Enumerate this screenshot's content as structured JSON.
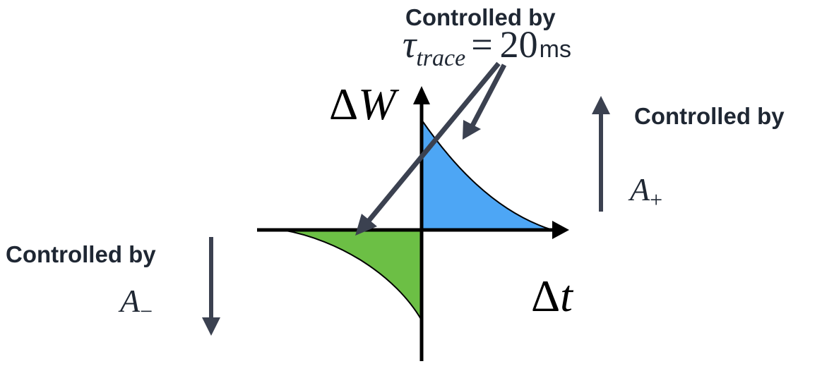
{
  "labels": {
    "top_controlled": "Controlled by",
    "right_controlled": "Controlled by",
    "left_controlled": "Controlled by"
  },
  "tau": {
    "symbol": "τ",
    "subscript": "trace",
    "equals": "=",
    "value": "20",
    "unit": "ms"
  },
  "axes": {
    "y_delta": "Δ",
    "y_var": "W",
    "x_delta": "Δ",
    "x_var": "t"
  },
  "params": {
    "a_plus_symbol": "A",
    "a_plus_sub": "+",
    "a_minus_symbol": "A",
    "a_minus_sub": "−"
  },
  "colors": {
    "ltp_fill": "#4da6f5",
    "ltd_fill": "#6cbf45",
    "arrow_color": "#3b4150",
    "axis_color": "#000000"
  }
}
